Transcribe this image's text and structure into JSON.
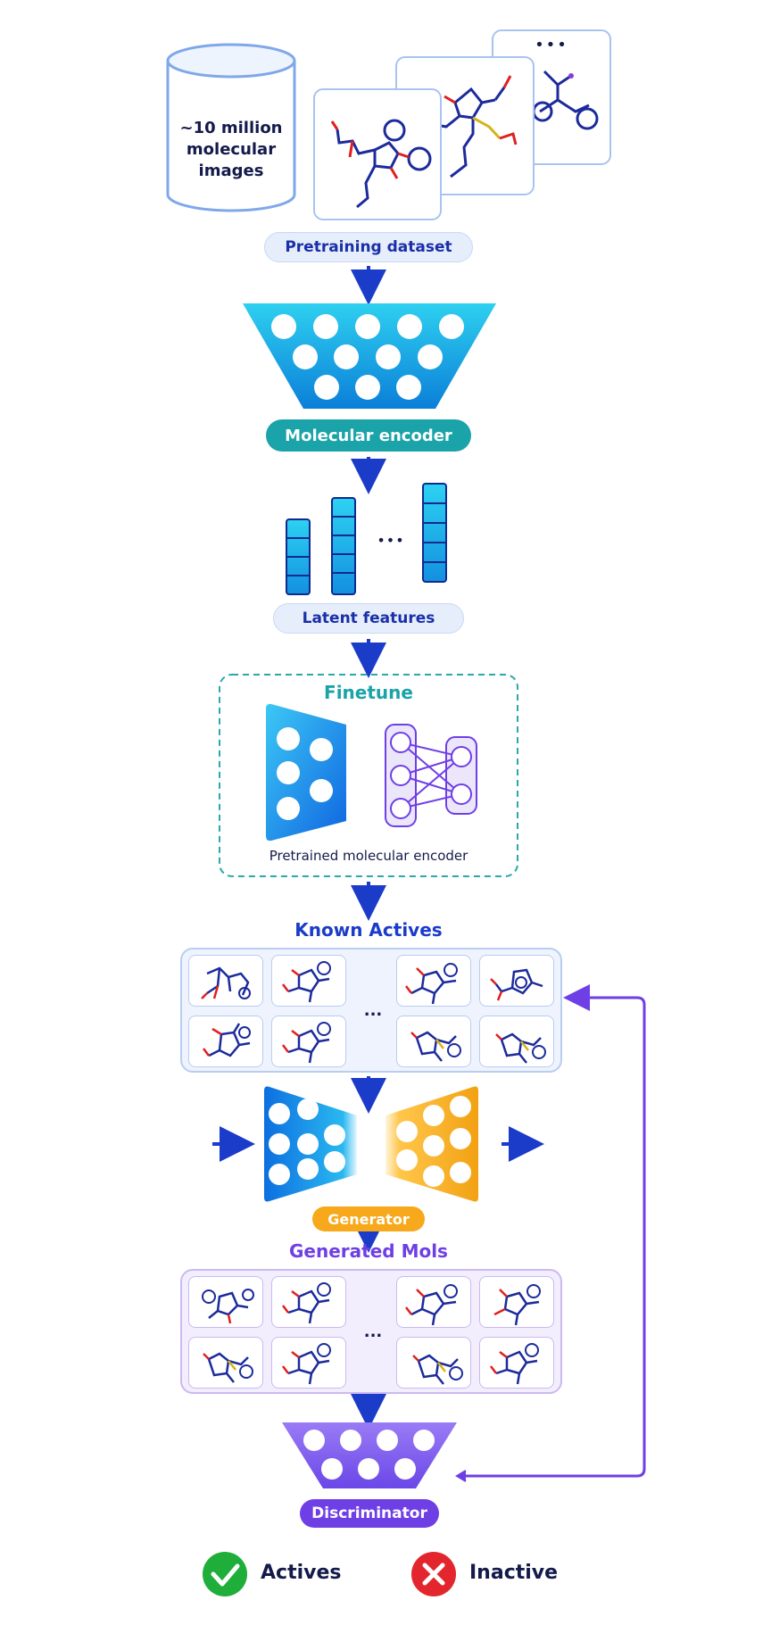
{
  "cylinder_text": "~10 million molecular images",
  "ellipsis_cards": "•••",
  "pretraining_label": "Pretraining dataset",
  "encoder_label": "Molecular encoder",
  "latent_ellipsis": "•••",
  "latent_label": "Latent features",
  "finetune_title": "Finetune",
  "finetune_caption": "Pretrained molecular encoder",
  "known_actives_title": "Known Actives",
  "grid_ellipsis": "...",
  "generator_label": "Generator",
  "generated_title": "Generated Mols",
  "discriminator_label": "Discriminator",
  "legend_actives": "Actives",
  "legend_inactive": "Inactive",
  "colors": {
    "arrow_blue": "#1b3bc9",
    "teal": "#1aa3a8",
    "encoder_cyan": "#1ab4e6",
    "generator_orange": "#f7a81b",
    "purple": "#6f3fe6",
    "green": "#1fae3a",
    "red": "#e3262d"
  }
}
